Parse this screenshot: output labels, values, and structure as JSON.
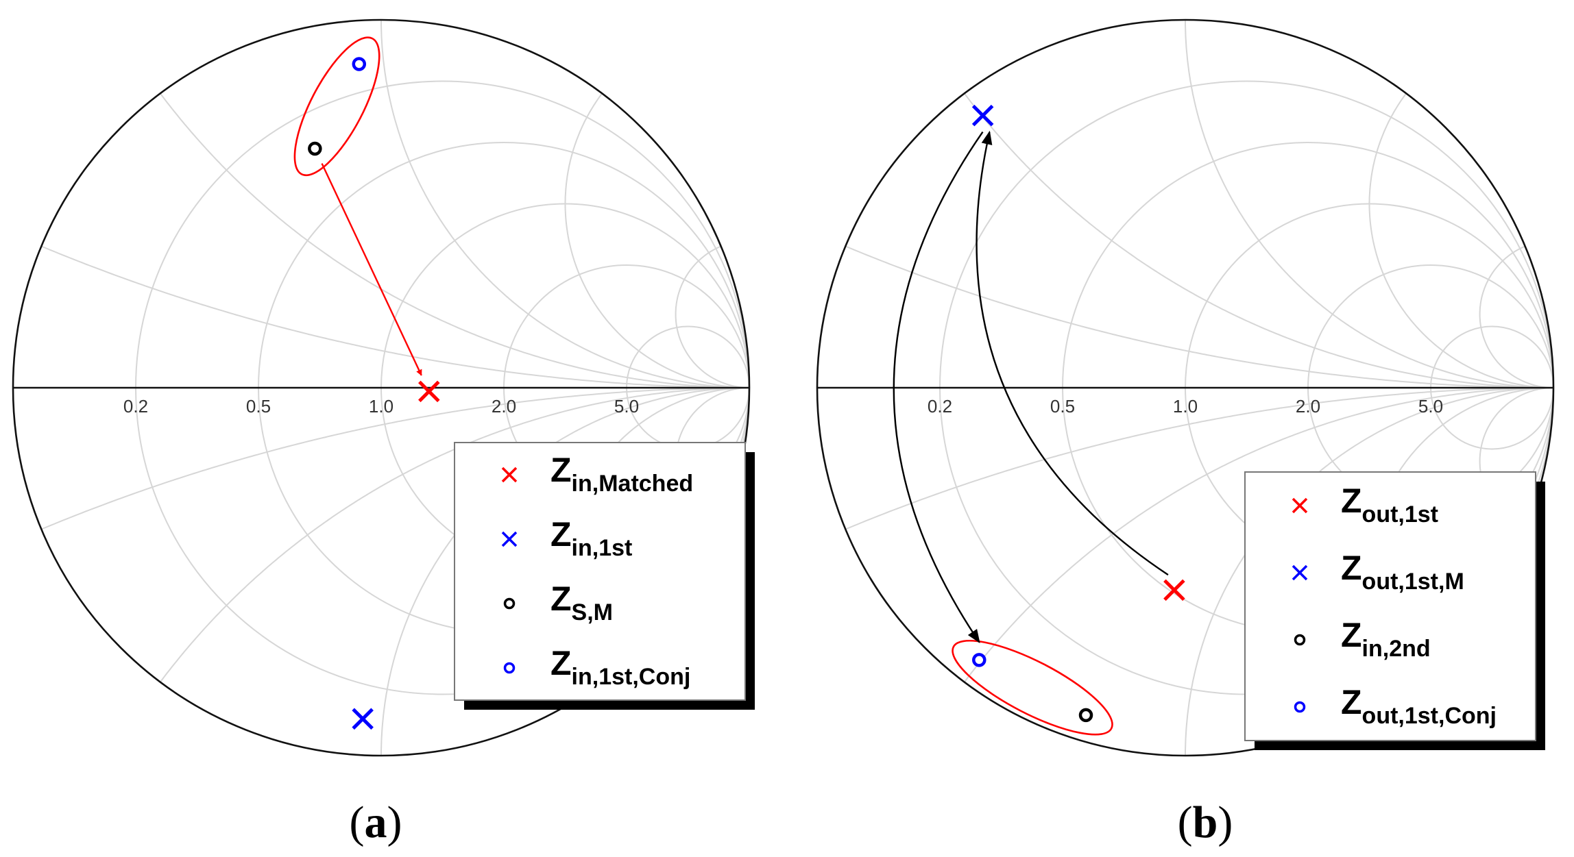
{
  "chart_data": [
    {
      "type": "scatter",
      "chart_kind": "smith-chart",
      "panel": "a",
      "caption_letter": "a",
      "resistance_ticks": [
        "0.2",
        "0.5",
        "1.0",
        "2.0",
        "5.0"
      ],
      "grid": true,
      "legend_placement": "bottom-right",
      "points": [
        {
          "symbol": "Z",
          "subscript": "in,Matched",
          "marker": "x",
          "color": "#ff0000",
          "gamma": [
            0.13,
            -0.01
          ]
        },
        {
          "symbol": "Z",
          "subscript": "in,1st",
          "marker": "x",
          "color": "#0000ff",
          "gamma": [
            -0.05,
            -0.9
          ]
        },
        {
          "symbol": "Z",
          "subscript": "S,M",
          "marker": "o",
          "color": "#000000",
          "gamma": [
            -0.18,
            0.65
          ]
        },
        {
          "symbol": "Z",
          "subscript": "in,1st,Conj",
          "marker": "o",
          "color": "#0000ff",
          "gamma": [
            -0.06,
            0.88
          ]
        }
      ],
      "annotations": [
        {
          "kind": "ellipse",
          "color": "#ff0000",
          "encloses": [
            "S,M",
            "in,1st,Conj"
          ]
        },
        {
          "kind": "arrow",
          "color": "#ff0000",
          "from": "S,M",
          "to": "in,Matched"
        }
      ]
    },
    {
      "type": "scatter",
      "chart_kind": "smith-chart",
      "panel": "b",
      "caption_letter": "b",
      "resistance_ticks": [
        "0.2",
        "0.5",
        "1.0",
        "2.0",
        "5.0"
      ],
      "grid": true,
      "legend_placement": "bottom-right",
      "points": [
        {
          "symbol": "Z",
          "subscript": "out,1st",
          "marker": "x",
          "color": "#ff0000",
          "gamma": [
            -0.03,
            -0.55
          ]
        },
        {
          "symbol": "Z",
          "subscript": "out,1st,M",
          "marker": "x",
          "color": "#0000ff",
          "gamma": [
            -0.55,
            0.74
          ]
        },
        {
          "symbol": "Z",
          "subscript": "in,2nd",
          "marker": "o",
          "color": "#000000",
          "gamma": [
            -0.27,
            -0.89
          ]
        },
        {
          "symbol": "Z",
          "subscript": "out,1st,Conj",
          "marker": "o",
          "color": "#0000ff",
          "gamma": [
            -0.56,
            -0.74
          ]
        }
      ],
      "annotations": [
        {
          "kind": "ellipse",
          "color": "#ff0000",
          "encloses": [
            "in,2nd",
            "out,1st,Conj"
          ]
        },
        {
          "kind": "arrow",
          "color": "#000000",
          "from": "out,1st",
          "to": "out,1st,M"
        },
        {
          "kind": "arrow",
          "color": "#000000",
          "from": "out,1st,M",
          "to": "out,1st,Conj"
        }
      ]
    }
  ]
}
